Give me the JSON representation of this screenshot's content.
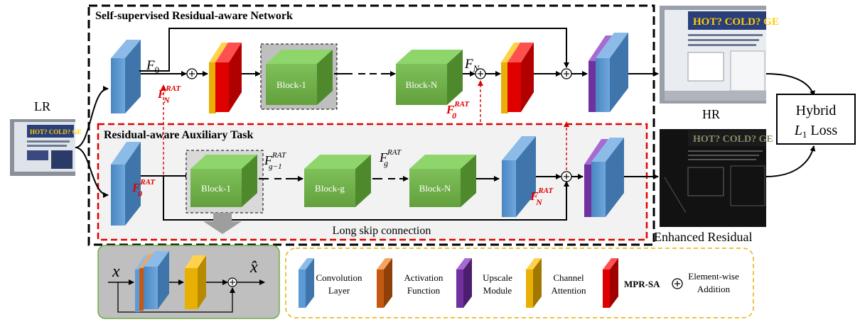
{
  "network": {
    "title": "Self-supervised Residual-aware Network",
    "aux_title": "Residual-aware Auxiliary Task",
    "input_label": "LR",
    "hr_label": "HR",
    "enhanced_label": "Enhanced Residual",
    "loss_label_line1": "Hybrid",
    "loss_label_line2": "L₁ Loss",
    "long_skip_label": "Long skip connection"
  },
  "features": {
    "f0": "F₀",
    "fn": "F_N",
    "fn_rat_top": "F_N^RAT",
    "f0_rat_top": "F_0^RAT",
    "f0_rat_bottom": "F_0^RAT",
    "fg1_rat": "F_{g−1}^RAT",
    "fg_rat": "F_g^RAT",
    "fn_rat_bottom": "F_N^RAT"
  },
  "blocks": {
    "top_block1": "Block-1",
    "top_blockN": "Block-N",
    "bot_block1": "Block-1",
    "bot_blockg": "Block-g",
    "bot_blockN": "Block-N"
  },
  "block_detail": {
    "input": "x",
    "output": "x̂"
  },
  "legend": {
    "items": [
      {
        "label_line1": "Convolution",
        "label_line2": "Layer",
        "color": "#5b9bd5"
      },
      {
        "label_line1": "Activation",
        "label_line2": "Function",
        "color": "#c65911"
      },
      {
        "label_line1": "Upscale",
        "label_line2": "Module",
        "color": "#7030a0"
      },
      {
        "label_line1": "Channel",
        "label_line2": "Attention",
        "color": "#e8b004"
      },
      {
        "label_line1": "MPR-SA",
        "label_line2": "",
        "color": "#e00000"
      },
      {
        "label_line1": "Element-wise",
        "label_line2": "Addition",
        "color": "#000000"
      }
    ]
  },
  "thumbnails": {
    "lr_text": "HOT? COLD? GE",
    "hr_text": "HOT? COLD? GE",
    "residual_text": "HOT? COLD? GE"
  },
  "colors": {
    "conv": "#5b9bd5",
    "activation": "#c65911",
    "upscale": "#7030a0",
    "attention": "#e8b004",
    "mprsa": "#e00000",
    "block": "#70ad47",
    "red_feature": "#e00000"
  }
}
